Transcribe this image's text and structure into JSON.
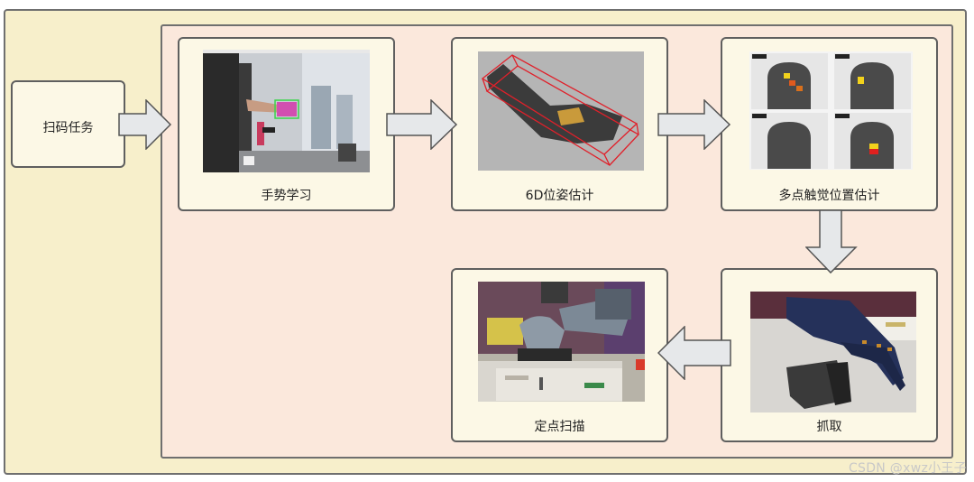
{
  "watermark": "CSDN @xwz小王子",
  "nodes": {
    "task": "扫码任务",
    "gesture": "手势学习",
    "pose": "6D位姿估计",
    "tactile": "多点触觉位置估计",
    "grasp": "抓取",
    "scan": "定点扫描"
  },
  "colors": {
    "outer_bg": "#f7efcb",
    "inner_bg": "#fbe8dc",
    "node_bg": "#fcf8e6",
    "arrow_fill": "#e6e8ea",
    "border": "#5f5f5f"
  }
}
